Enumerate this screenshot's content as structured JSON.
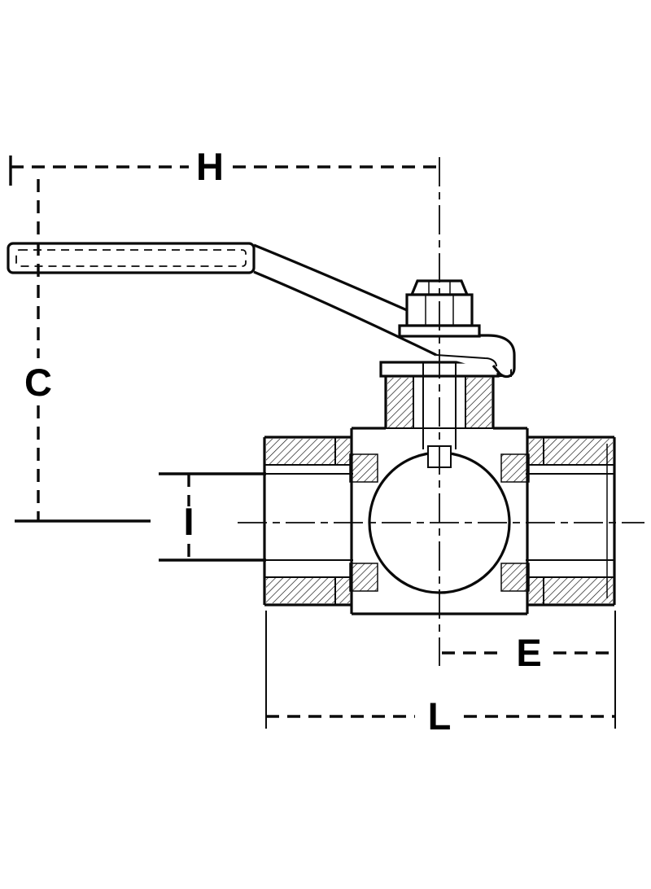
{
  "drawing": {
    "background_color": "#ffffff",
    "line_color": "#0a0a0a",
    "dimension_labels": {
      "H": "H",
      "C": "C",
      "I": "I",
      "E": "E",
      "L": "L"
    }
  }
}
